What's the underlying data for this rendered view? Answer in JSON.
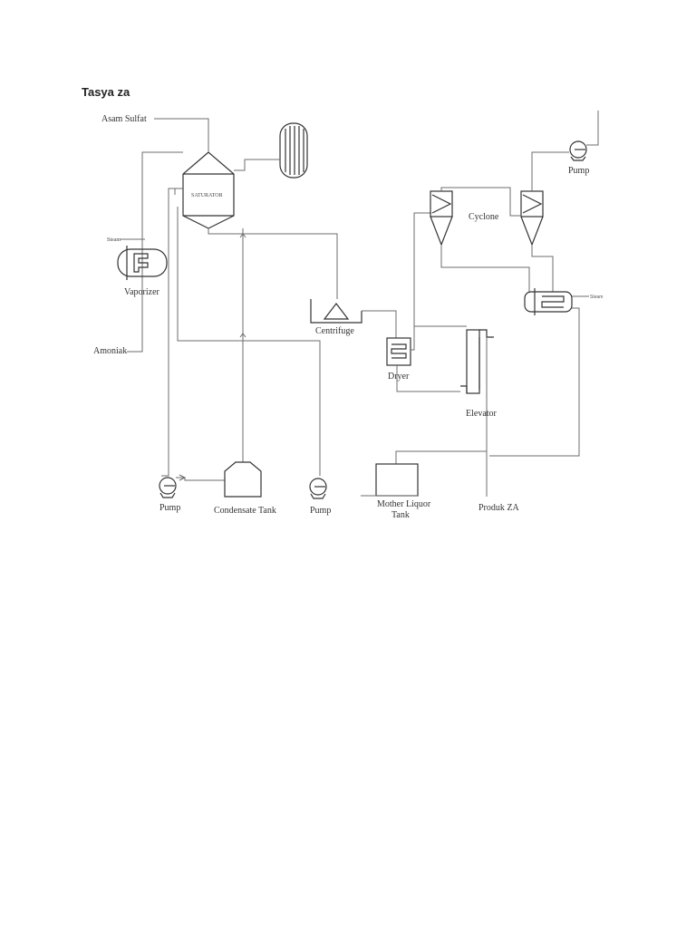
{
  "page": {
    "title": "Tasya za"
  },
  "diagram": {
    "labels": {
      "asam_sulfat": "Asam Sulfat",
      "saturator": "SATURATOR",
      "steam": "Steam",
      "vaporizer": "Vaporizer",
      "amoniak": "Amoniak",
      "centrifuge": "Centrifuge",
      "dryer": "Dryer",
      "cyclone": "Cyclone",
      "pump_top": "Pump",
      "heater_tag": "Steam",
      "elevator": "Elevator",
      "pump_left": "Pump",
      "condensate_tank": "Condensate Tank",
      "pump_mid": "Pump",
      "mother_liquor_line1": "Mother Liquor",
      "mother_liquor_line2": "Tank",
      "produk_za": "Produk ZA"
    }
  }
}
